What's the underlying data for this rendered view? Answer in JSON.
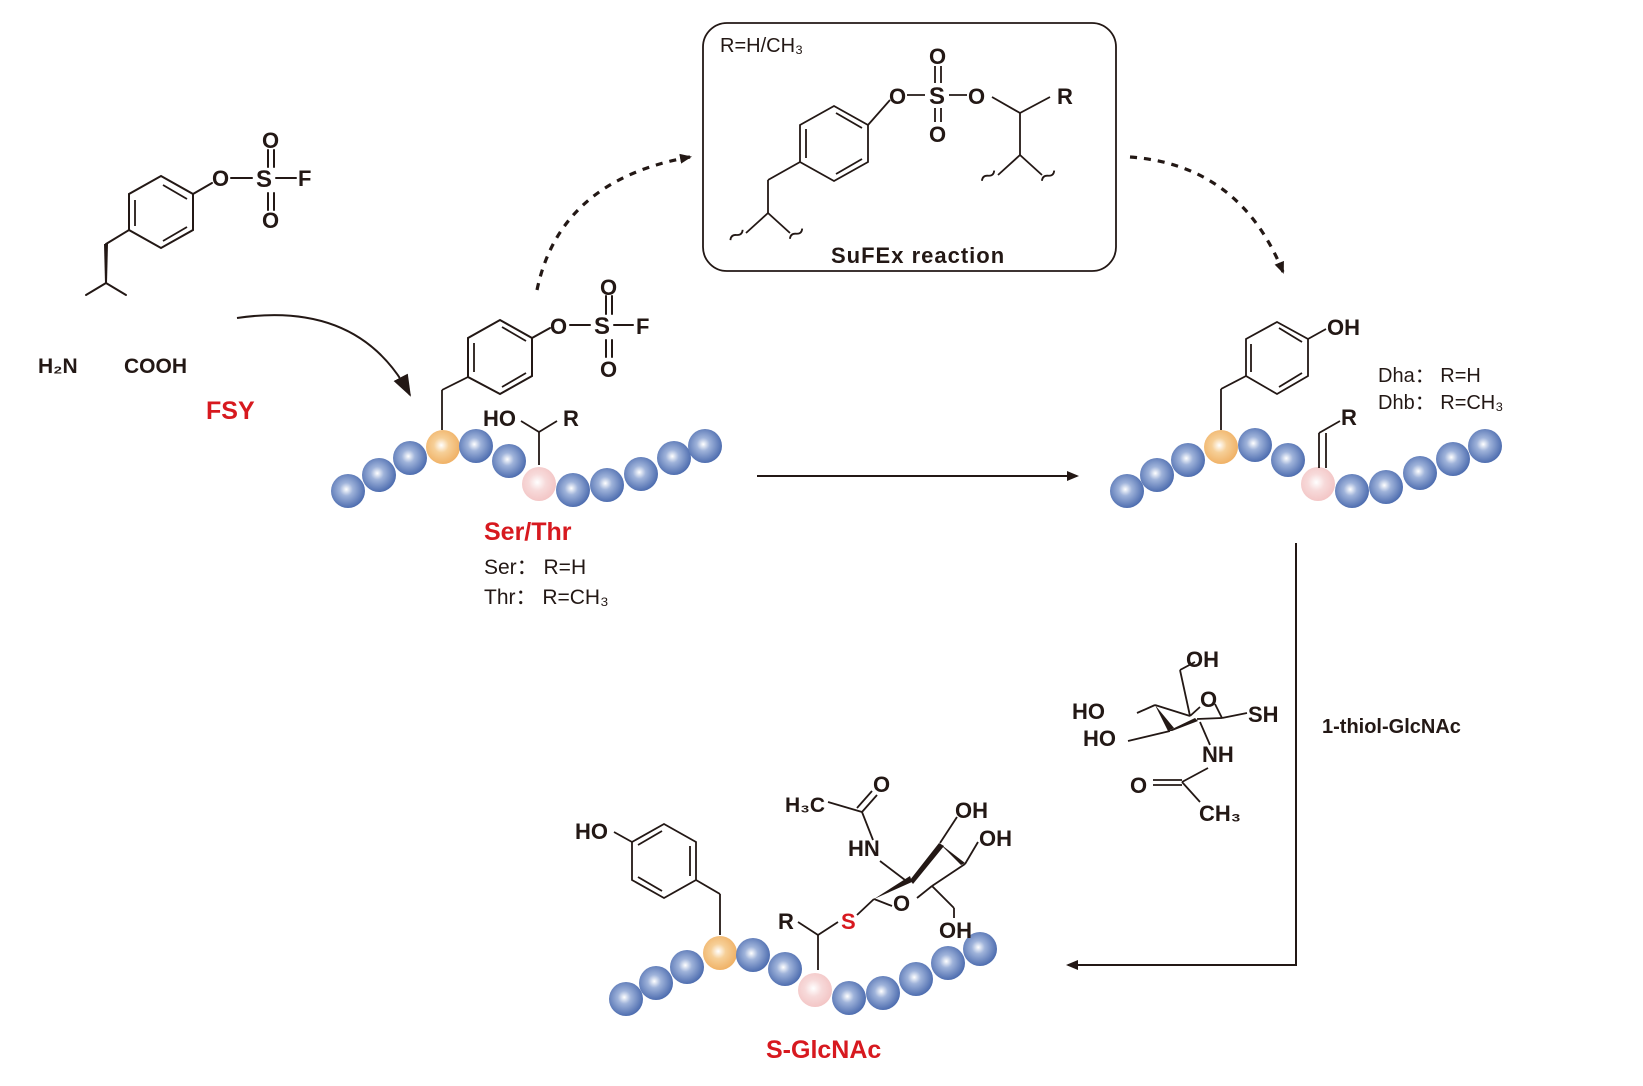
{
  "colors": {
    "residue": "#4f6eb0",
    "residue_highlight": "#ffffff",
    "tyrosine_residue": "#f0b267",
    "serine_residue": "#f3c6c6",
    "label_red": "#d7191f",
    "ink": "#231815"
  },
  "fsy": {
    "label": "FSY",
    "o": "O",
    "s": "S",
    "f": "F",
    "o_top": "O",
    "o_bottom": "O",
    "h2n": "H₂N",
    "cooh": "COOH"
  },
  "ser_thr_peptide": {
    "label": "Ser/Thr",
    "legend": [
      "Ser： R=H",
      "Thr： R=CH₃"
    ],
    "ho": "HO",
    "r": "R",
    "o": "O",
    "s": "S",
    "f": "F",
    "o_top": "O",
    "o_bottom": "O"
  },
  "sufex_box": {
    "r_note": "R=H/CH₃",
    "caption": "SuFEx reaction",
    "o_left": "O",
    "s": "S",
    "o_right": "O",
    "o_top": "O",
    "o_bottom": "O",
    "r": "R"
  },
  "dehydro_peptide": {
    "oh": "OH",
    "r": "R",
    "legend": [
      "Dha： R=H",
      "Dhb： R=CH₃"
    ]
  },
  "thiol_reagent": {
    "label": "1-thiol-GlcNAc",
    "oh_top": "OH",
    "ring_o": "O",
    "sh": "SH",
    "ho_1": "HO",
    "ho_2": "HO",
    "nh": "NH",
    "o_carbonyl": "O",
    "ch3": "CH₃"
  },
  "product": {
    "label": "S-GlcNAc",
    "ho": "HO",
    "r": "R",
    "s": "S",
    "h3c": "H₃C",
    "o_carbonyl": "O",
    "hn": "HN",
    "oh_1": "OH",
    "oh_2": "OH",
    "ring_o": "O",
    "oh_3": "OH"
  }
}
